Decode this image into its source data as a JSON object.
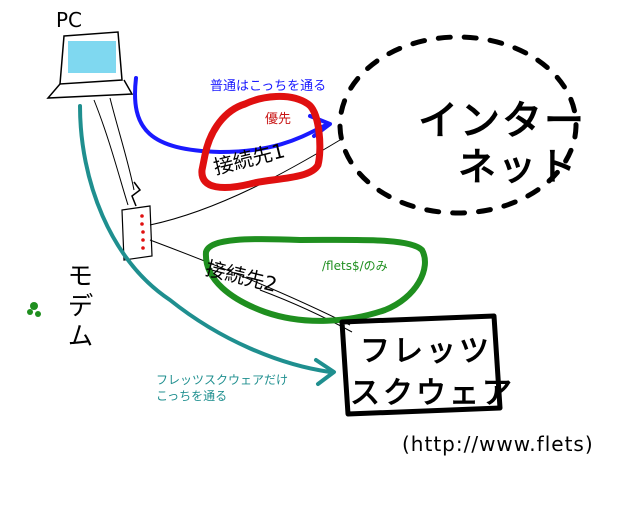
{
  "labels": {
    "pc": "PC",
    "internet_line1": "インター",
    "internet_line2": "ネット",
    "modem": "モデム",
    "normal_route": "普通はこっちを通る",
    "priority": "優先",
    "connection_dest_1": "接続先1",
    "flets_only": "/flets$/のみ",
    "connection_dest_2": "接続先2",
    "flets_square_line1": "フレッツ",
    "flets_square_line2": "スクウェア",
    "flets_square_route_line1": "フレッツスクウェアだけ",
    "flets_square_route_line2": "こっちを通る",
    "url": "(http://www.flets)"
  },
  "colors": {
    "normal_route": "#1a1aff",
    "priority_outline": "#e01010",
    "flets_outline": "#1f8f1f",
    "flets_route": "#1f8f8f",
    "pc_screen": "#7fd8f0",
    "modem_lights": "#e01010"
  }
}
